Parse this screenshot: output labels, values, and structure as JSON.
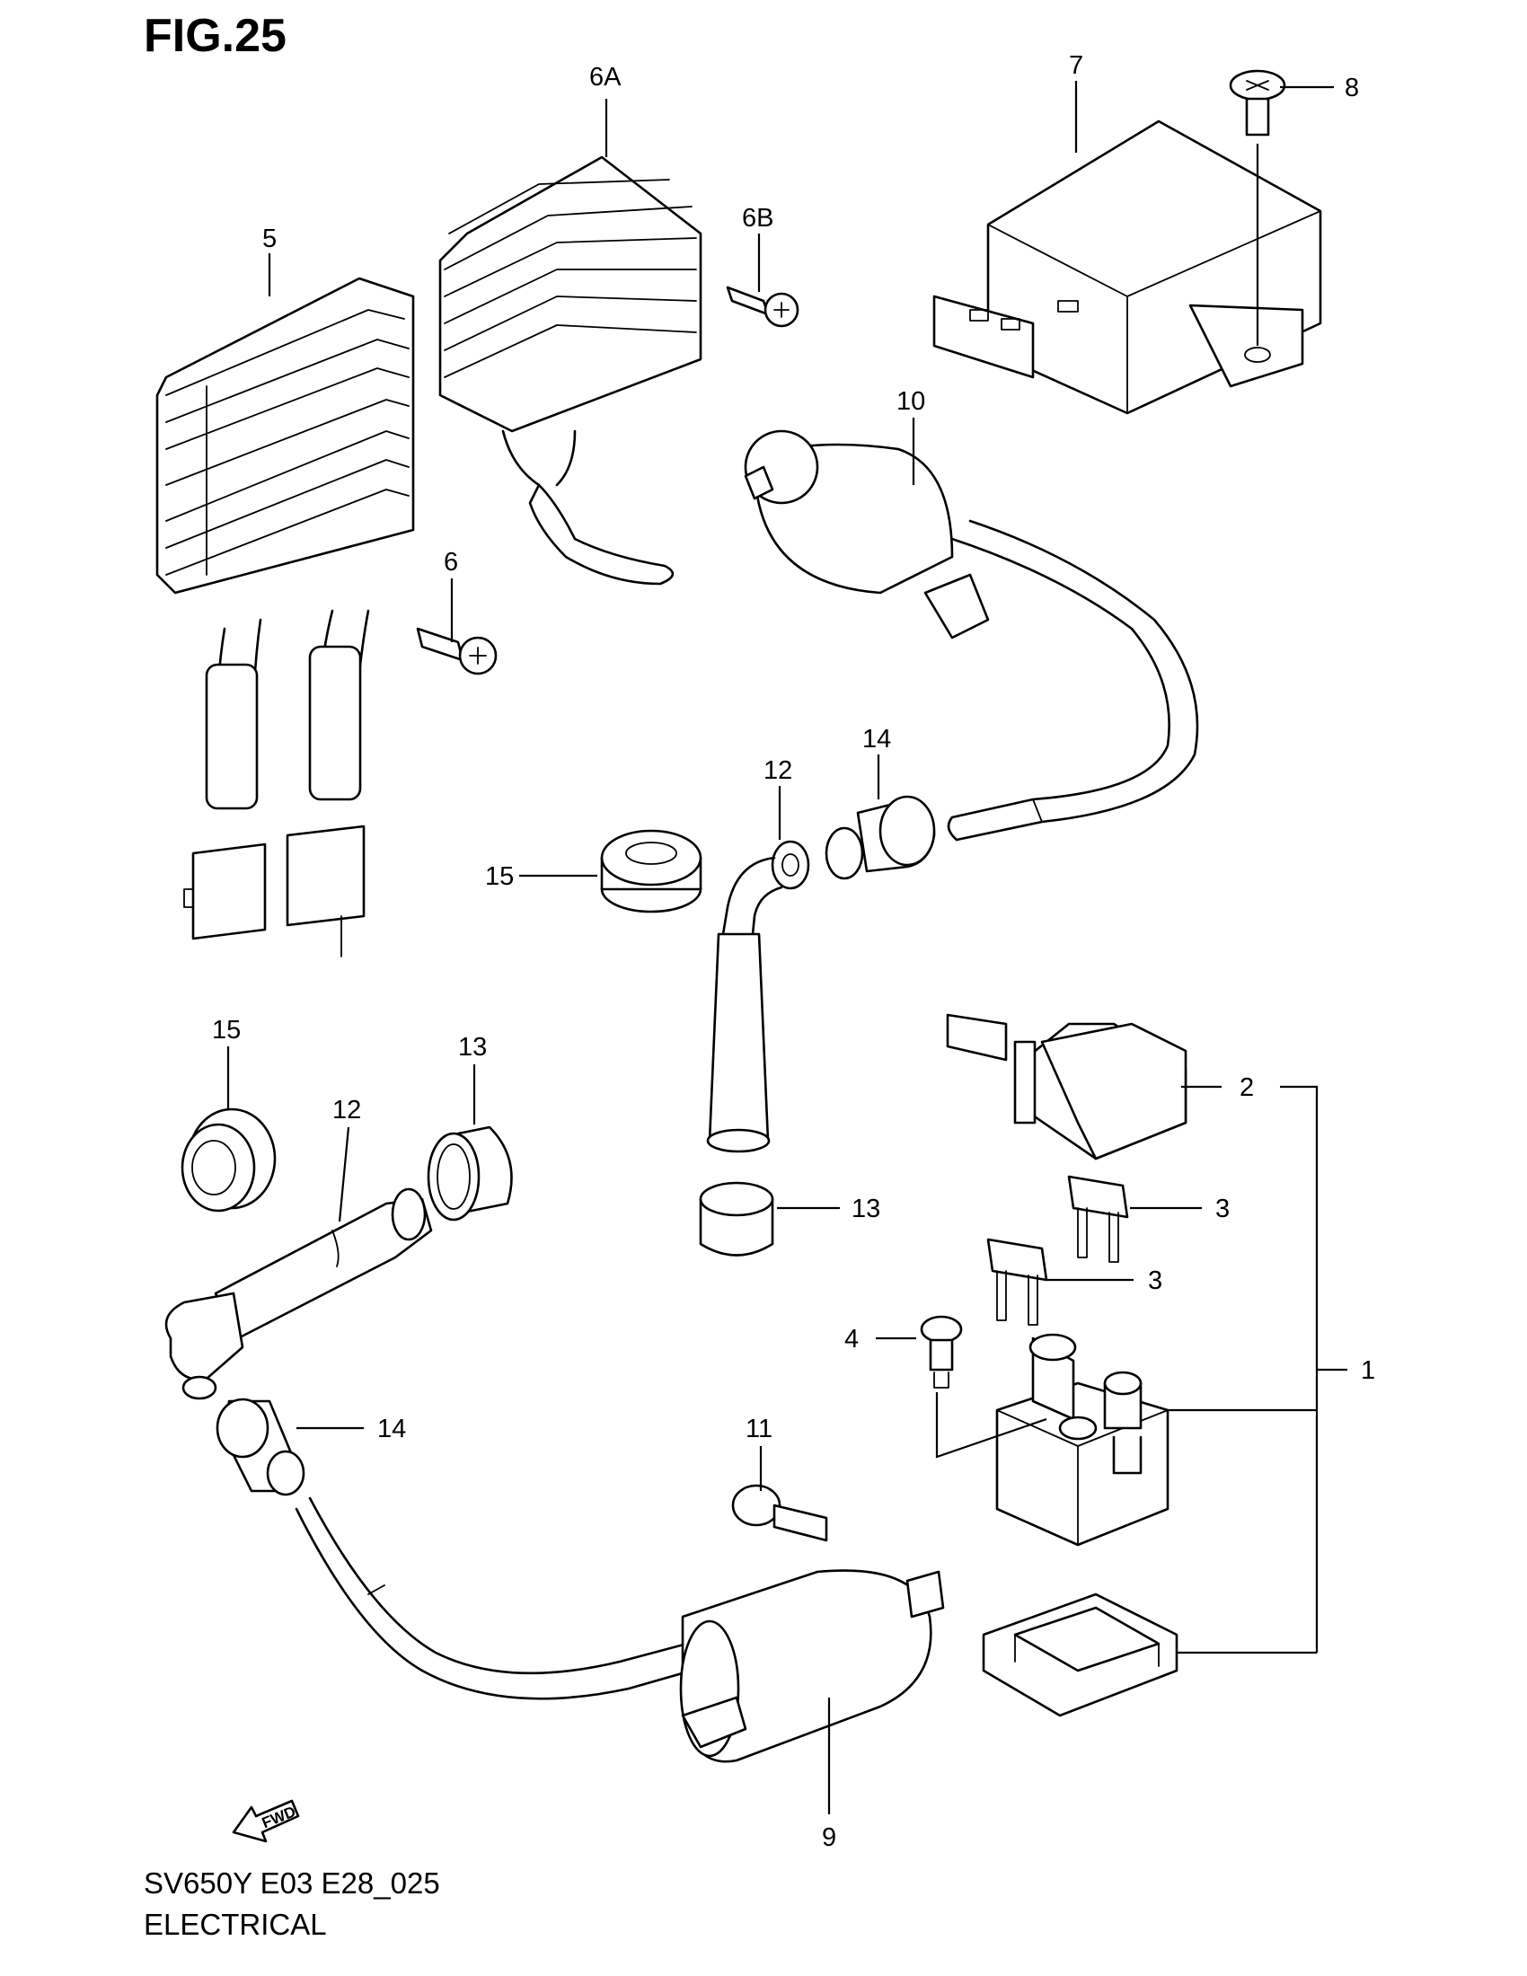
{
  "figure": {
    "title": "FIG.25",
    "code": "SV650Y E03 E28_025",
    "name": "ELECTRICAL",
    "fwd_label": "FWD"
  },
  "callouts": {
    "c1": "1",
    "c2": "2",
    "c3a": "3",
    "c3b": "3",
    "c4": "4",
    "c5": "5",
    "c6": "6",
    "c6a": "6A",
    "c6b": "6B",
    "c7": "7",
    "c8": "8",
    "c9": "9",
    "c10": "10",
    "c11": "11",
    "c12a": "12",
    "c12b": "12",
    "c13a": "13",
    "c13b": "13",
    "c14a": "14",
    "c14b": "14",
    "c15a": "15",
    "c15b": "15"
  }
}
